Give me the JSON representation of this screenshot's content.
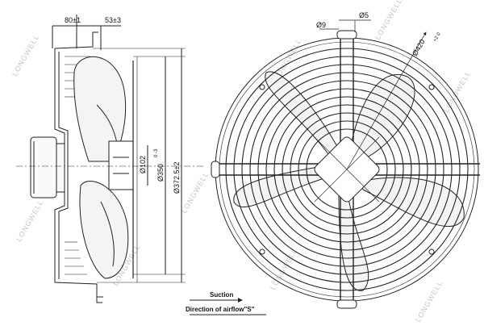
{
  "side_view": {
    "dim_top_left": "80±1",
    "dim_top_right": "53±3",
    "dim_hub": "Ø102",
    "dim_inner": "Ø350",
    "dim_inner_tol": "0 -3",
    "dim_outer": "Ø372.5±2"
  },
  "front_view": {
    "dim_hole": "Ø9",
    "dim_slot": "Ø5",
    "dim_bolt_circle": "Ø420",
    "dim_bolt_tol": "+2 0"
  },
  "airflow": {
    "suction_label": "Suction",
    "direction_label": "Direction of airflow\"S\""
  },
  "watermark": "LONGWELL",
  "colors": {
    "line": "#222222",
    "blade": "#f4f4f4",
    "watermark": "#c8c8c8"
  }
}
